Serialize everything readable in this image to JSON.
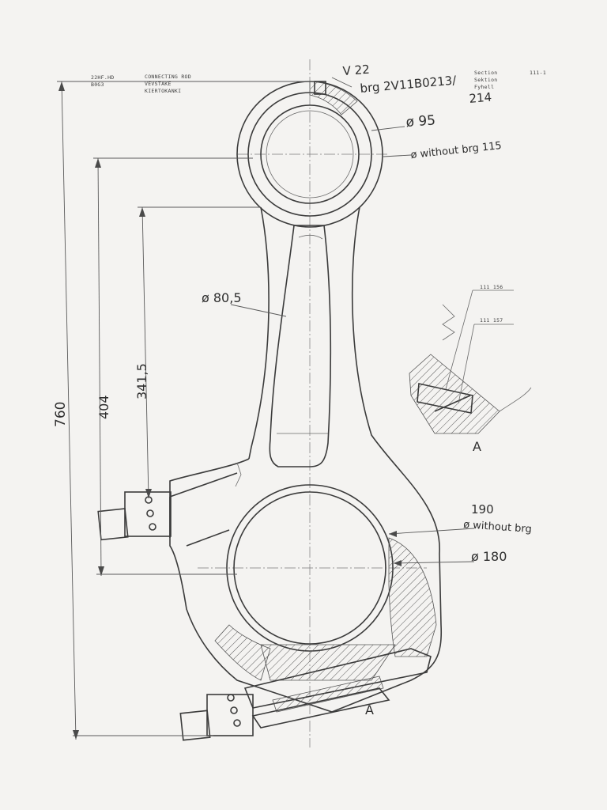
{
  "title_block": {
    "code_1": "22HF.HD",
    "code_2": "B0G3",
    "name_en": "CONNECTING ROD",
    "name_2": "VEVSTAKE",
    "name_3": "KIERTOKANKI",
    "section_1": "Section",
    "section_2": "Sektion",
    "section_3": "Fyhell",
    "sheet_ref": "111-1"
  },
  "annotations": {
    "top_mark": "V 22",
    "bearing": "brg 2V11B0213/",
    "bearing_sub": "214",
    "small_end_dia": "ø 95",
    "small_end_no_brg": "ø without brg 115",
    "shank_dia": "ø 80,5",
    "big_end_no_brg_val": "190",
    "big_end_no_brg": "ø without brg",
    "big_end_dia": "ø 180",
    "section_mark_upper": "A",
    "section_mark_lower": "A",
    "part_1": "111 156",
    "part_2": "111 157"
  },
  "dimensions": {
    "overall": "760",
    "centers": "404",
    "shank": "341,5"
  }
}
